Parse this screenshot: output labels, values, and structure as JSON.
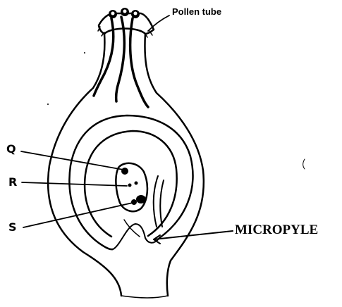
{
  "labels": {
    "pollen_tube": "Pollen tube",
    "q": "Q",
    "r": "R",
    "s": "S",
    "micropyle": "MICROPYLE"
  },
  "colors": {
    "ink": "#000000",
    "background": "#ffffff"
  }
}
